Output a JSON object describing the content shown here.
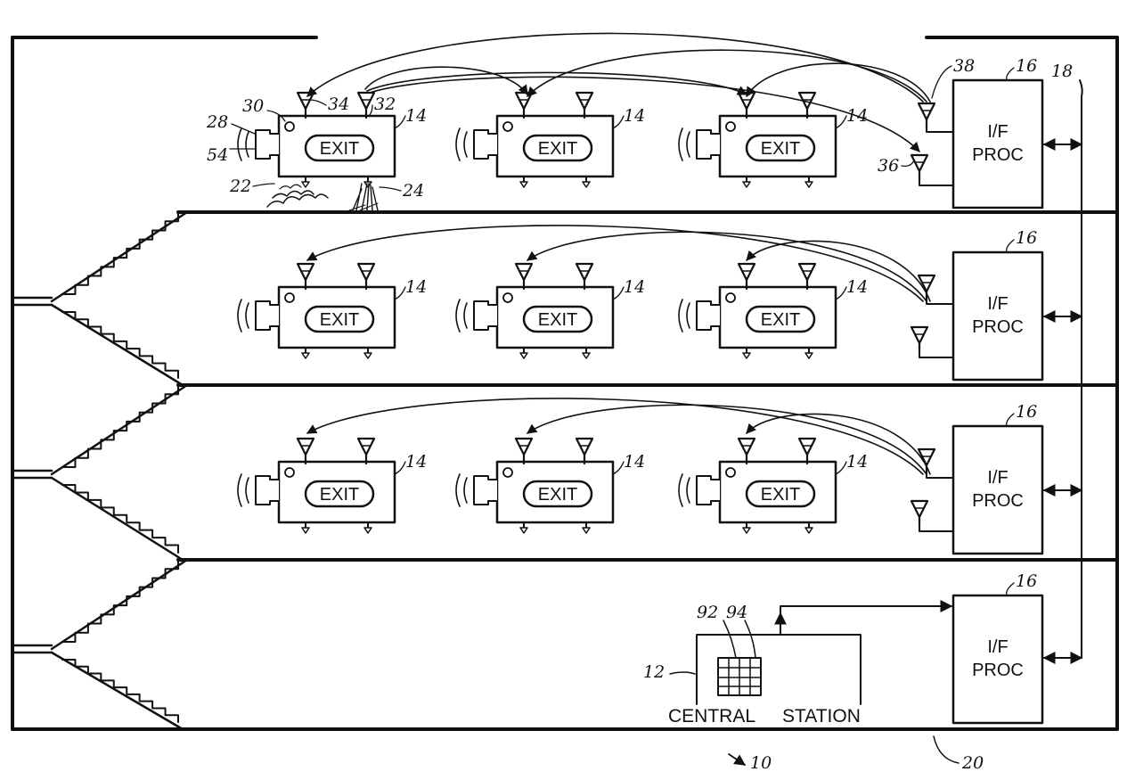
{
  "labels": {
    "exit": "EXIT",
    "proc_line1": "I/F",
    "proc_line2": "PROC",
    "central": "CENTRAL",
    "station": "STATION"
  },
  "refs": {
    "system": "10",
    "central_station": "12",
    "exit_unit": "14",
    "processor": "16",
    "bus": "18",
    "building": "20",
    "detector_a": "22",
    "detector_b": "24",
    "speaker": "28",
    "indicator": "30",
    "antenna_b": "32",
    "antenna_a": "34",
    "antenna_rx": "36",
    "antenna_tx": "38",
    "sound": "54",
    "display": "92",
    "keypad": "94"
  }
}
